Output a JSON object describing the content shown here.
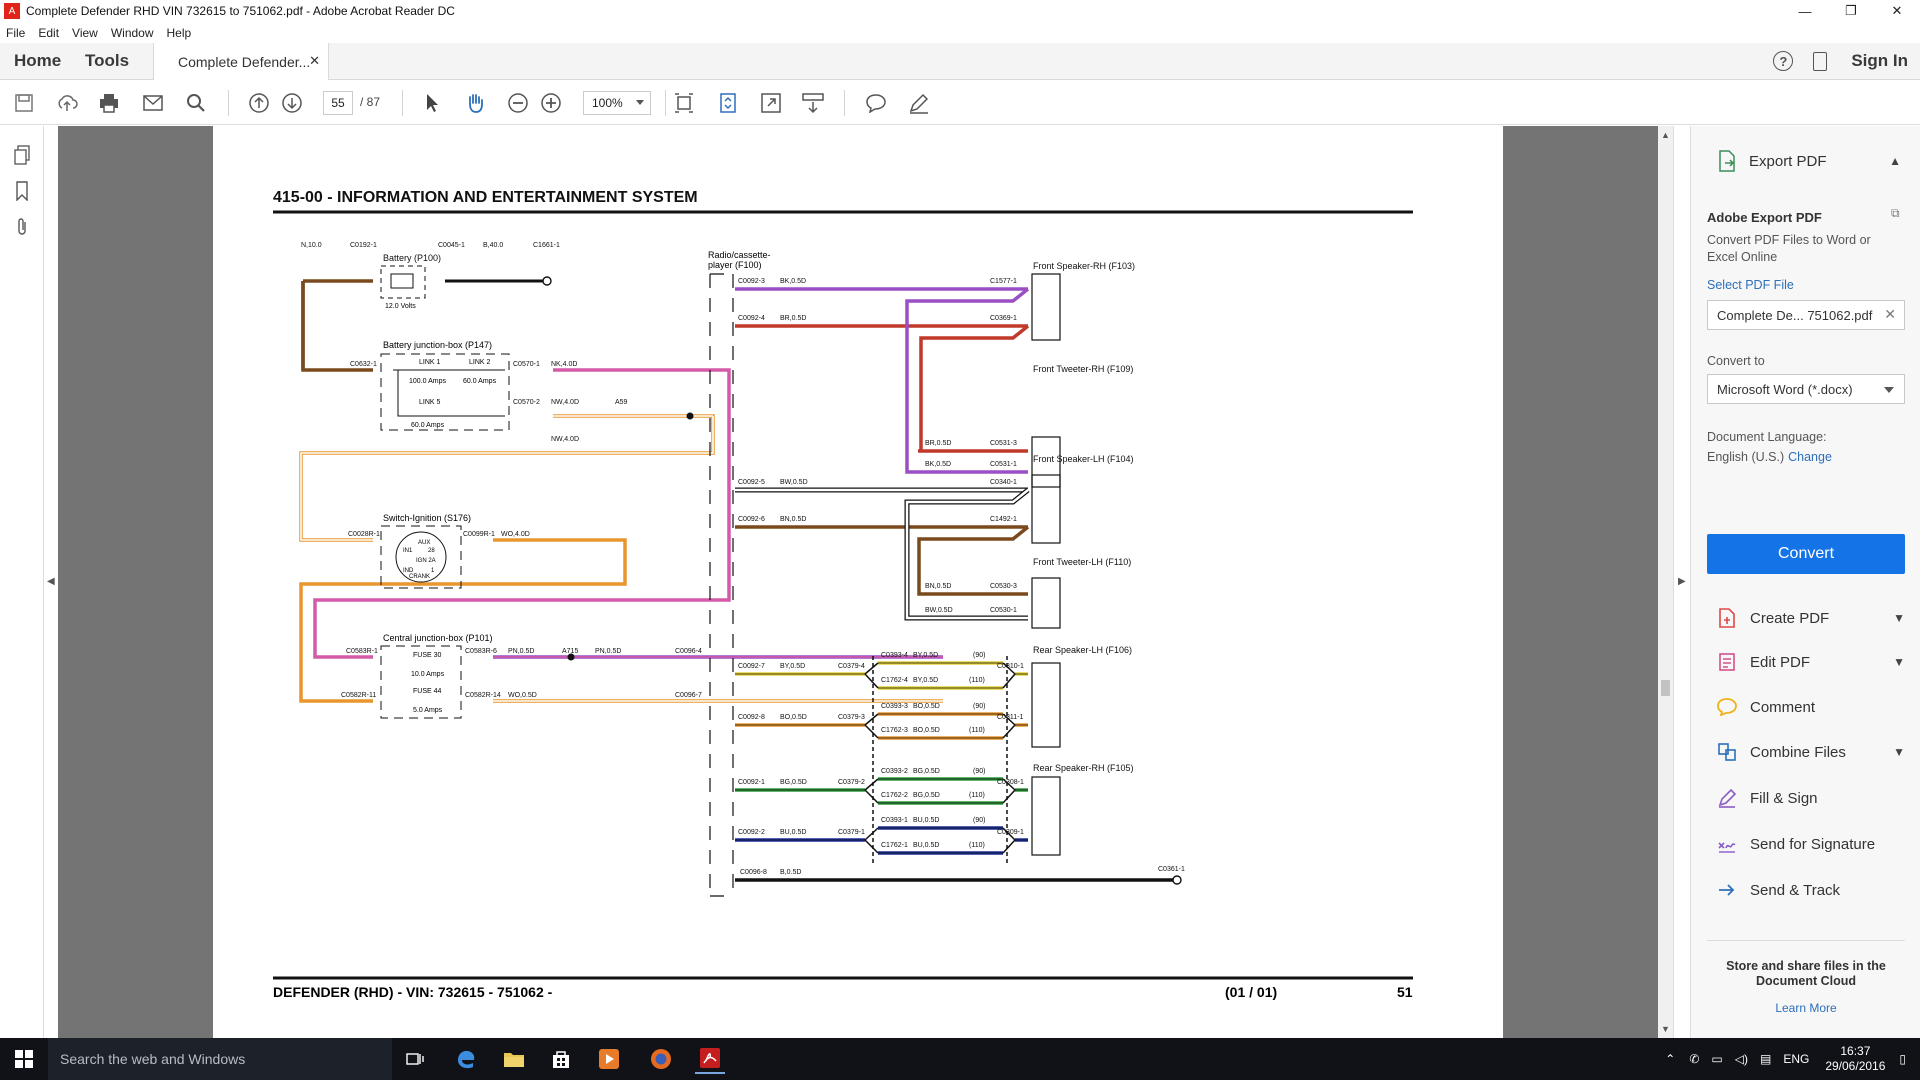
{
  "window": {
    "title": "Complete Defender RHD VIN 732615 to 751062.pdf - Adobe Acrobat Reader DC",
    "controls": [
      "—",
      "❐",
      "✕"
    ]
  },
  "menu": [
    "File",
    "Edit",
    "View",
    "Window",
    "Help"
  ],
  "tabs": {
    "home": "Home",
    "tools": "Tools",
    "document": "Complete Defender...",
    "sign_in": "Sign In"
  },
  "toolbar": {
    "page_current": "55",
    "page_total": "/ 87",
    "zoom": "100%"
  },
  "document_page": {
    "header_title": "415-00 - INFORMATION AND ENTERTAINMENT SYSTEM",
    "footer_left": "DEFENDER  (RHD) - VIN: 732615 - 751062 -",
    "footer_mid": "(01 / 01)",
    "footer_right": "51"
  },
  "diagram": {
    "wire_colors": {
      "brown": "#7a4a1e",
      "pink": "#d45aa8",
      "orange": "#e8962d",
      "purple": "#9b4fc4",
      "red": "#c0392b",
      "white": "#ffffff",
      "black": "#111111",
      "green": "#2f9a3a",
      "blue": "#1d2f9a",
      "yellow": "#e6d23a"
    },
    "components": {
      "battery": "Battery (P100)",
      "battery_volts": "12.0 Volts",
      "bjb": "Battery junction-box (P147)",
      "link1": "LINK 1",
      "link1_amps": "100.0 Amps",
      "link2": "LINK 2",
      "link2_amps": "60.0 Amps",
      "link5": "LINK 5",
      "link5_amps": "60.0 Amps",
      "switch": "Switch-Ignition (S176)",
      "sw_aux": "AUX",
      "sw_ign1": "IN1",
      "sw_ign2": "IGN 2A",
      "sw_ind": "IND",
      "sw_crank": "CRANK",
      "sw_28": "28",
      "sw_1": "1",
      "cjb": "Central junction-box (P101)",
      "fuse30": "FUSE 30",
      "fuse30_amps": "10.0 Amps",
      "fuse44": "FUSE 44",
      "fuse44_amps": "5.0 Amps",
      "radio": "Radio/cassette-",
      "radio2": "player (F100)",
      "fsrh": "Front Speaker-RH (F103)",
      "ftrh": "Front Tweeter-RH (F109)",
      "fslh": "Front Speaker-LH (F104)",
      "ftlh": "Front Tweeter-LH (F110)",
      "rslh": "Rear Speaker-LH (F106)",
      "rsrh": "Rear Speaker-RH (F105)"
    },
    "labels": {
      "n10": "N,10.0",
      "c0192": "C0192-1",
      "c0045": "C0045-1",
      "b40": "B,40.0",
      "c1661": "C1661-1",
      "c0632": "C0632-1",
      "c0570_1": "C0570-1",
      "nk40": "NK,4.0D",
      "c0570_2": "C0570-2",
      "nw40": "NW,4.0D",
      "a59": "A59",
      "nw40b": "NW,4.0D",
      "c0028r": "C0028R-1",
      "c0099r": "C0099R-1",
      "wo40": "WO,4.0D",
      "c0583r1": "C0583R-1",
      "c0583r6": "C0583R-6",
      "pn05": "PN,0.5D",
      "a715": "A715",
      "pn05b": "PN,0.5D",
      "c0096_4": "C0096-4",
      "c0582r11": "C0582R-11",
      "c0582r14": "C0582R-14",
      "wo05": "WO,0.5D",
      "c0096_7": "C0096-7",
      "c0092_3": "C0092-3",
      "bk05a": "BK,0.5D",
      "c1577": "C1577-1",
      "c0092_4": "C0092-4",
      "br05a": "BR,0.5D",
      "c0369": "C0369-1",
      "br05b": "BR,0.5D",
      "c0531_3": "C0531-3",
      "bk05b": "BK,0.5D",
      "c0531_1": "C0531-1",
      "c0092_5": "C0092-5",
      "bw05a": "BW,0.5D",
      "c0340": "C0340-1",
      "c0092_6": "C0092-6",
      "bn05a": "BN,0.5D",
      "c1492": "C1492-1",
      "bn05b": "BN,0.5D",
      "c0530_3": "C0530-3",
      "bw05b": "BW,0.5D",
      "c0530_1": "C0530-1",
      "c0092_7": "C0092-7",
      "by05a": "BY,0.5D",
      "c0379_4": "C0379-4",
      "c0393_4": "C0393-4",
      "by05b": "BY,0.5D",
      "n90a": "(90)",
      "c1762_4": "C1762-4",
      "by05c": "BY,0.5D",
      "n110a": "(110)",
      "c0310": "C0310-1",
      "c0092_8": "C0092-8",
      "bo05a": "BO,0.5D",
      "c0379_3": "C0379-3",
      "c0393_3": "C0393-3",
      "bo05b": "BO,0.5D",
      "n90b": "(90)",
      "c1762_3": "C1762-3",
      "bo05c": "BO,0.5D",
      "n110b": "(110)",
      "c0311": "C0311-1",
      "c0092_1": "C0092-1",
      "bg05a": "BG,0.5D",
      "c0379_2": "C0379-2",
      "c0393_2": "C0393-2",
      "bg05b": "BG,0.5D",
      "n90c": "(90)",
      "c1762_2": "C1762-2",
      "bg05c": "BG,0.5D",
      "n110c": "(110)",
      "c0308": "C0308-1",
      "c0092_2": "C0092-2",
      "bu05a": "BU,0.5D",
      "c0379_1": "C0379-1",
      "c0393_1": "C0393-1",
      "bu05b": "BU,0.5D",
      "n90d": "(90)",
      "c1762_1": "C1762-1",
      "bu05c": "BU,0.5D",
      "n110d": "(110)",
      "c0309": "C0309-1",
      "c0096_8": "C0096-8",
      "b05": "B,0.5D",
      "c0361": "C0361-1"
    }
  },
  "right_pane": {
    "export_title": "Export PDF",
    "card_title": "Adobe Export PDF",
    "card_desc": "Convert PDF Files to Word or Excel Online",
    "select_link": "Select PDF File",
    "file_value": "Complete De... 751062.pdf",
    "convert_to_label": "Convert to",
    "convert_to_value": "Microsoft Word (*.docx)",
    "doc_lang_label": "Document Language:",
    "doc_lang_value": "English (U.S.)",
    "change_link": "Change",
    "convert_button": "Convert",
    "tools": [
      {
        "label": "Create PDF",
        "icon": "create-pdf-icon",
        "color": "#e04848"
      },
      {
        "label": "Edit PDF",
        "icon": "edit-pdf-icon",
        "color": "#d5508d"
      },
      {
        "label": "Comment",
        "icon": "comment-icon",
        "color": "#f0b21c"
      },
      {
        "label": "Combine Files",
        "icon": "combine-files-icon",
        "color": "#2d6fba"
      },
      {
        "label": "Fill & Sign",
        "icon": "fill-sign-icon",
        "color": "#8a5cc7"
      },
      {
        "label": "Send for Signature",
        "icon": "send-signature-icon",
        "color": "#8a5cc7"
      },
      {
        "label": "Send & Track",
        "icon": "send-track-icon",
        "color": "#2d6fba"
      }
    ],
    "store_text": "Store and share files in the Document Cloud",
    "learn_more": "Learn More"
  },
  "taskbar": {
    "search_placeholder": "Search the web and Windows",
    "lang": "ENG",
    "time": "16:37",
    "date": "29/06/2016"
  }
}
